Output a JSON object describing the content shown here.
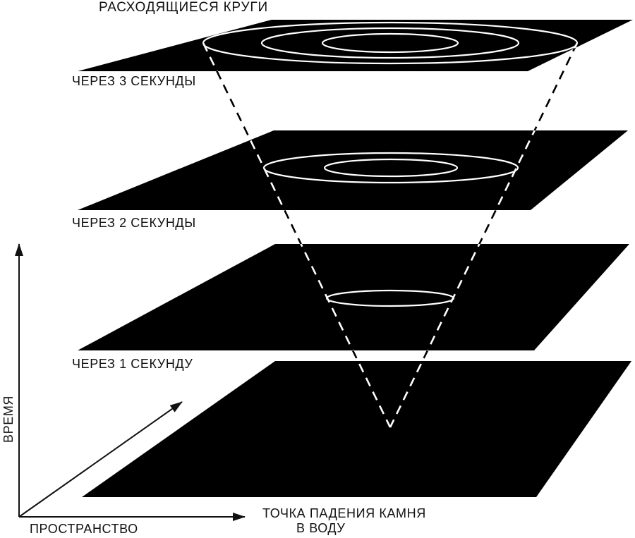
{
  "title": "РАСХОДЯЩИЕСЯ КРУГИ",
  "planes": [
    {
      "label": "ЧЕРЕЗ 3 СЕКУНДЫ",
      "ripples": 3
    },
    {
      "label": "ЧЕРЕЗ 2 СЕКУНДЫ",
      "ripples": 2
    },
    {
      "label": "ЧЕРЕЗ 1 СЕКУНДУ",
      "ripples": 1
    },
    {
      "label": "",
      "ripples": 0
    }
  ],
  "axes": {
    "vertical_label": "ВРЕМЯ",
    "horizontal_label": "ПРОСТРАНСТВО"
  },
  "impact_point": {
    "line1": "ТОЧКА ПАДЕНИЯ КАМНЯ",
    "line2": "В ВОДУ"
  },
  "colors": {
    "background": "#ffffff",
    "plane_fill": "#000000",
    "ripple_stroke": "#ffffff",
    "dashed_cone_on_white": "#000000",
    "dashed_cone_on_plane": "#ffffff",
    "text": "#111111"
  }
}
